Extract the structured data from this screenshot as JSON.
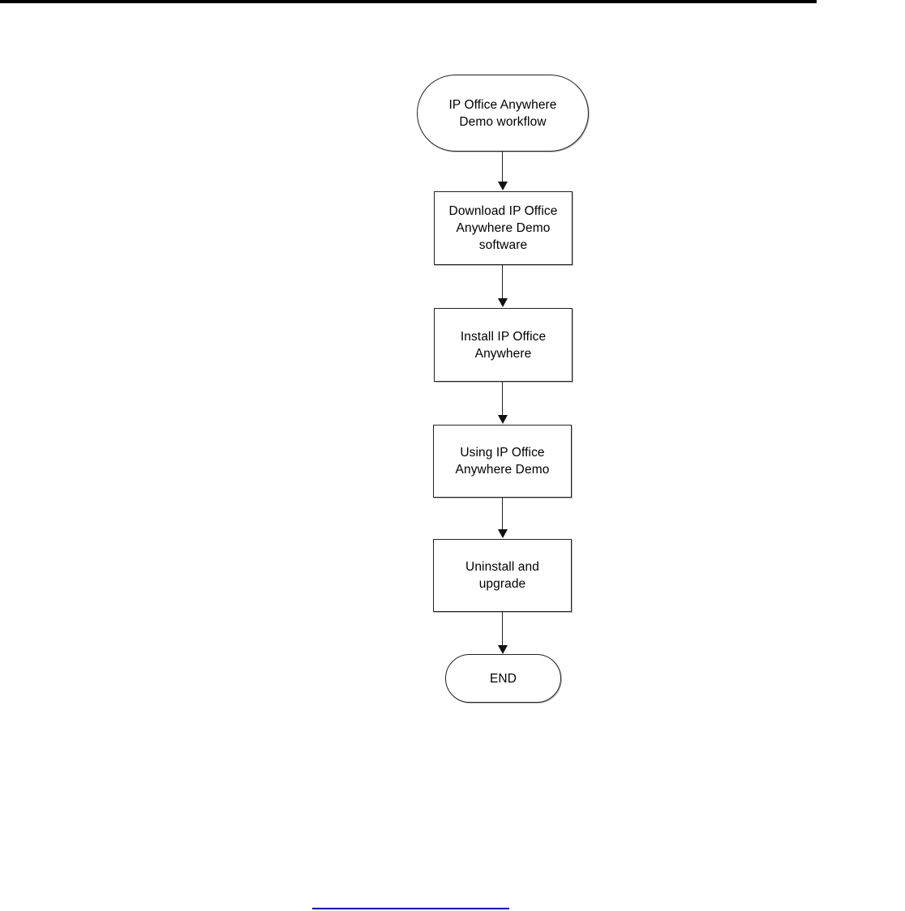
{
  "page": {
    "top_rule_color": "#000000",
    "background_color": "#ffffff",
    "footer_link_color": "#0000b0",
    "footer_link_text": ""
  },
  "flowchart": {
    "title": "IP Office Anywhere Demo workflow",
    "orientation": "top-to-bottom",
    "nodes": [
      {
        "id": "start",
        "shape": "terminal",
        "label": "IP Office Anywhere\nDemo workflow"
      },
      {
        "id": "download",
        "shape": "process",
        "label": "Download IP Office\nAnywhere Demo\nsoftware"
      },
      {
        "id": "install",
        "shape": "process",
        "label": "Install IP Office\nAnywhere"
      },
      {
        "id": "using",
        "shape": "process",
        "label": "Using IP Office\nAnywhere Demo"
      },
      {
        "id": "uninstall",
        "shape": "process",
        "label": "Uninstall and\nupgrade"
      },
      {
        "id": "end",
        "shape": "terminal",
        "label": "END"
      }
    ],
    "edges": [
      {
        "from": "start",
        "to": "download"
      },
      {
        "from": "download",
        "to": "install"
      },
      {
        "from": "install",
        "to": "using"
      },
      {
        "from": "using",
        "to": "uninstall"
      },
      {
        "from": "uninstall",
        "to": "end"
      }
    ]
  }
}
